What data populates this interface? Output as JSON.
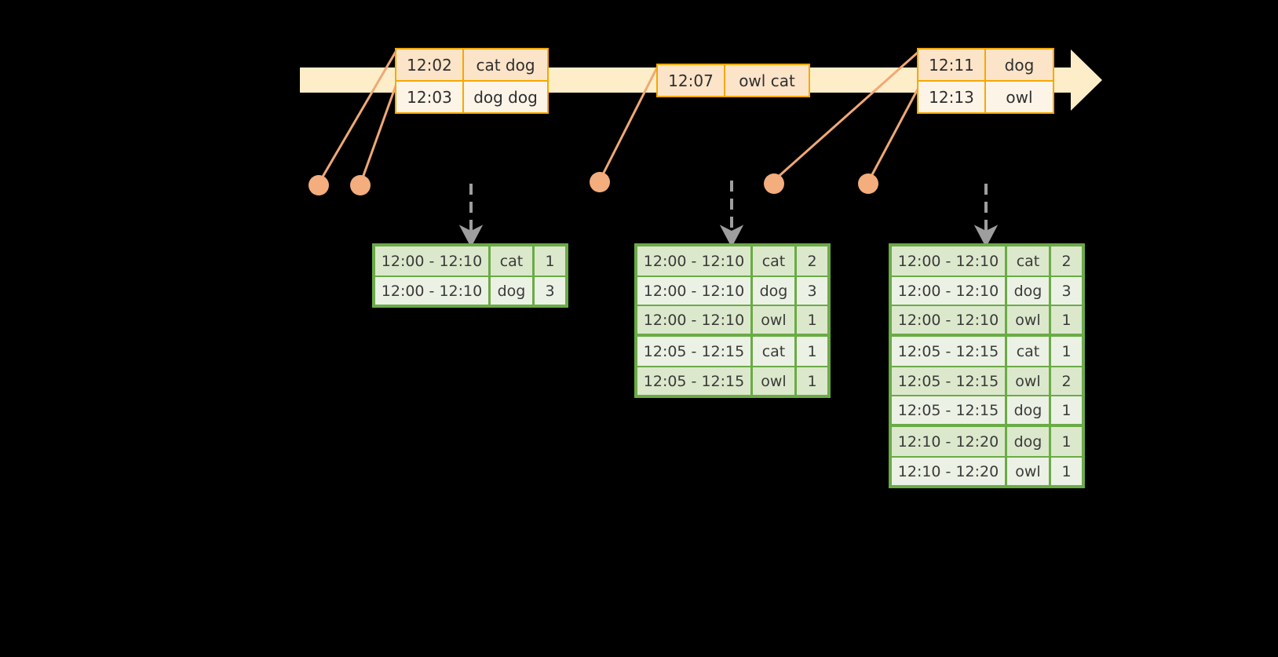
{
  "colors": {
    "background": "#000000",
    "timeline_bar": "#fdeec9",
    "event_border": "#f5a800",
    "event_shade": "#fce4c9",
    "event_plain": "#fdf4e8",
    "table_border": "#6aab46",
    "table_row_even": "#dce8cc",
    "table_row_odd": "#ecf1e5",
    "connector": "#f0a875",
    "dot": "#f4ad7d",
    "dashed_arrow": "#9e9e9e",
    "text": "#2f2f2f"
  },
  "timeline": {
    "name": "event-stream-timeline",
    "events": [
      {
        "id": "event-group-1",
        "rows": [
          {
            "time": "12:02",
            "words": "cat dog"
          },
          {
            "time": "12:03",
            "words": "dog dog"
          }
        ]
      },
      {
        "id": "event-group-2",
        "rows": [
          {
            "time": "12:07",
            "words": "owl cat"
          }
        ]
      },
      {
        "id": "event-group-3",
        "rows": [
          {
            "time": "12:11",
            "words": "dog"
          },
          {
            "time": "12:13",
            "words": "owl"
          }
        ]
      }
    ]
  },
  "tables": [
    {
      "id": "result-table-1",
      "rows": [
        {
          "window": "12:00 - 12:10",
          "word": "cat",
          "count": "1"
        },
        {
          "window": "12:00 - 12:10",
          "word": "dog",
          "count": "3"
        }
      ]
    },
    {
      "id": "result-table-2",
      "rows": [
        {
          "window": "12:00 - 12:10",
          "word": "cat",
          "count": "2"
        },
        {
          "window": "12:00 - 12:10",
          "word": "dog",
          "count": "3"
        },
        {
          "window": "12:00 - 12:10",
          "word": "owl",
          "count": "1"
        },
        {
          "window": "12:05 - 12:15",
          "word": "cat",
          "count": "1"
        },
        {
          "window": "12:05 - 12:15",
          "word": "owl",
          "count": "1"
        }
      ]
    },
    {
      "id": "result-table-3",
      "rows": [
        {
          "window": "12:00 - 12:10",
          "word": "cat",
          "count": "2"
        },
        {
          "window": "12:00 - 12:10",
          "word": "dog",
          "count": "3"
        },
        {
          "window": "12:00 - 12:10",
          "word": "owl",
          "count": "1"
        },
        {
          "window": "12:05 - 12:15",
          "word": "cat",
          "count": "1"
        },
        {
          "window": "12:05 - 12:15",
          "word": "owl",
          "count": "2"
        },
        {
          "window": "12:05 - 12:15",
          "word": "dog",
          "count": "1"
        },
        {
          "window": "12:10 - 12:20",
          "word": "dog",
          "count": "1"
        },
        {
          "window": "12:10 - 12:20",
          "word": "owl",
          "count": "1"
        }
      ]
    }
  ],
  "markers": {
    "dots": [
      {
        "name": "event-dot-1"
      },
      {
        "name": "event-dot-2"
      },
      {
        "name": "event-dot-3"
      },
      {
        "name": "event-dot-4"
      },
      {
        "name": "event-dot-5"
      }
    ]
  }
}
